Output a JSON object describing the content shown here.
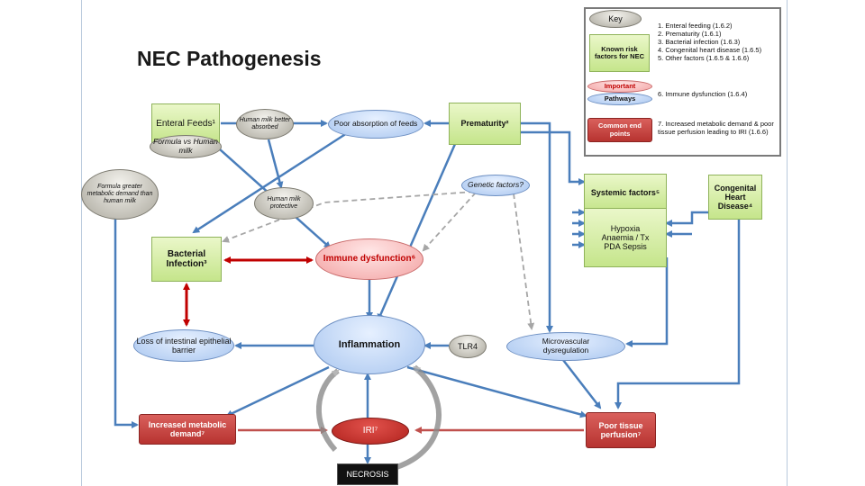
{
  "title": "NEC Pathogenesis",
  "key": {
    "label": "Key",
    "known_risk_factors": "Known risk factors for NEC",
    "important": "Important",
    "pathways": "Pathways",
    "common_end_points": "Common end points",
    "risk_list": [
      "1. Enteral feeding (1.6.2)",
      "2. Prematurity (1.6.1)",
      "3. Bacterial infection (1.6.3)",
      "4. Congenital heart disease (1.6.5)",
      "5. Other factors (1.6.5 & 1.6.6)"
    ],
    "immune_item": "6. Immune dysfunction (1.6.4)",
    "endpoint_item": "7. Increased metabolic demand & poor tissue perfusion leading to IRI (1.6.6)"
  },
  "nodes": {
    "enteral_feeds": "Enteral Feeds¹",
    "formula_vs_human": "Formula vs Human milk",
    "human_milk_better": "Human milk better absorbed",
    "poor_absorption": "Poor absorption of feeds",
    "prematurity": "Prematurity²",
    "formula_greater": "Formula greater metabolic demand than human milk",
    "human_milk_protective": "Human milk protective",
    "genetic_factors": "Genetic factors?",
    "systemic_factors": "Systemic factors⁵",
    "systemic_list": "Hypoxia Anaemia / Tx PDA Sepsis",
    "congenital_heart": "Congenital Heart Disease⁴",
    "bacterial_infection": "Bacterial Infection³",
    "immune_dysfunction": "Immune dysfunction⁶",
    "loss_barrier": "Loss of intestinal epithelial barrier",
    "inflammation": "Inflammation",
    "tlr4": "TLR4",
    "microvascular": "Microvascular dysregulation",
    "increased_metabolic": "Increased metabolic demand⁷",
    "iri": "IRI⁷",
    "poor_tissue": "Poor tissue perfusion⁷",
    "necrosis": "NECROSIS"
  },
  "colors": {
    "pathway_arrow": "#4a7ebb",
    "important_arrow": "#c00000",
    "endpoint_arrow": "#c0504d",
    "dashed_arrow": "#a6a6a6"
  }
}
